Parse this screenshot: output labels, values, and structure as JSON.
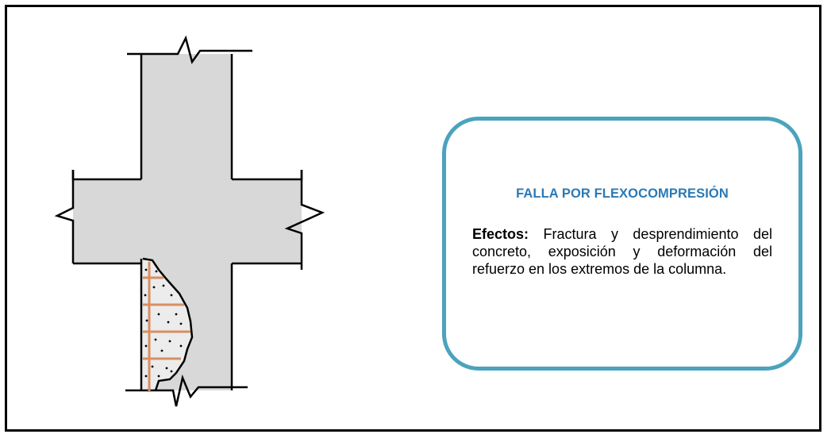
{
  "colors": {
    "title": "#2b79b5",
    "box_border": "#4ba3bd",
    "concrete_fill": "#d8d8d8",
    "rebar": "#d98e62",
    "outline": "#000000"
  },
  "info_box": {
    "title": "FALLA POR FLEXOCOMPRESIÓN",
    "effects_label": "Efectos:",
    "effects_text": "Fractura y desprendimiento del concreto, exposición y deformación del refuerzo en los extremos de la columna."
  }
}
